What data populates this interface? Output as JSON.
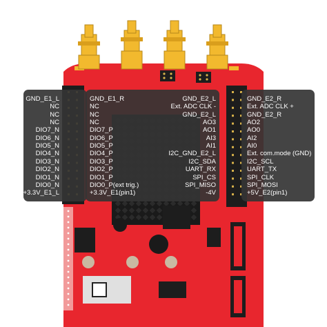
{
  "diagram": {
    "connectors": [
      "GND_E1_L",
      "NC",
      "NC",
      "NC",
      "DIO7_N",
      "DIO6_N",
      "DIO5_N",
      "DIO4_N",
      "DIO3_N",
      "DIO2_N",
      "DIO1_N",
      "DIO0_N",
      "+3.3V_E1_L"
    ],
    "e1_inner": [
      "GND_E1_R",
      "NC",
      "NC",
      "NC",
      "DIO7_P",
      "DIO6_P",
      "DIO5_P",
      "DIO4_P",
      "DIO3_P",
      "DIO2_P",
      "DIO1_P",
      "DIO0_P(ext trig.)",
      "+3.3V_E1(pin1)"
    ],
    "e2_inner": [
      "GND_E2_L",
      "Ext. ADC CLK -",
      "GND_E2_L",
      "AO3",
      "AO1",
      "AI3",
      "AI1",
      "I2C_GND_E2_L",
      "I2C_SDA",
      "UART_RX",
      "SPI_CS",
      "SPI_MISO",
      "-4V"
    ],
    "e2_outer": [
      "GND_E2_R",
      "Ext. ADC CLK +",
      "GND_E2_R",
      "AO2",
      "AO0",
      "AI2",
      "AI0",
      "Ext. com.mode (GND)",
      "I2C_SCL",
      "UART_TX",
      "SPI_CLK",
      "SPI_MOSI",
      "+5V_E2(pin1)"
    ],
    "colors": {
      "board": "#e8262e",
      "connector_gold": "#f2b92e",
      "label_panel": "#343434",
      "header_black": "#1d1d1d",
      "pin_gold": "#d8b24a"
    }
  }
}
